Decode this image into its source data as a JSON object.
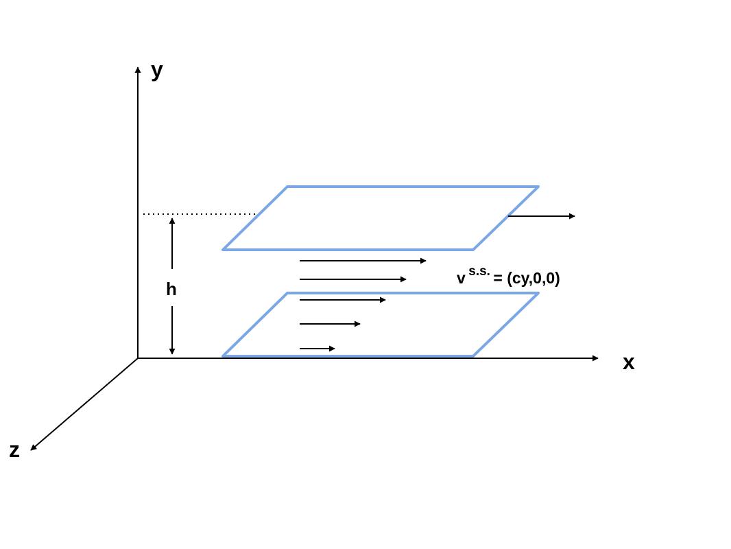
{
  "axes": {
    "x_label": "x",
    "y_label": "y",
    "z_label": "z"
  },
  "height_label": "h",
  "velocity": {
    "symbol": "v",
    "superscript": "s.s.",
    "expression": " = (cy,0,0)"
  },
  "colors": {
    "plate_stroke": "#7BA7E6",
    "line": "#000000"
  }
}
